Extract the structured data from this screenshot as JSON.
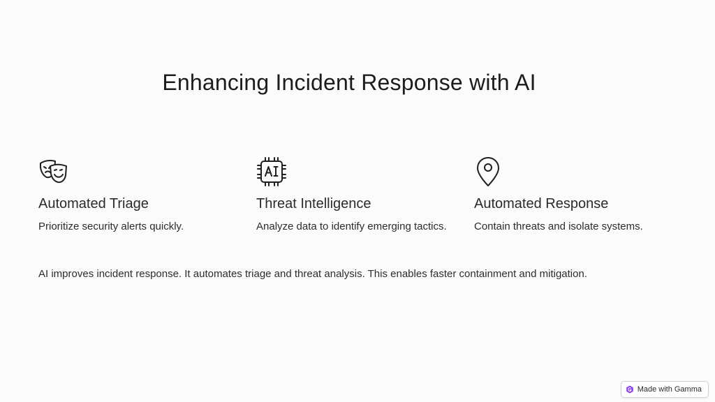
{
  "slide": {
    "title": "Enhancing Incident Response with AI"
  },
  "cards": [
    {
      "icon": "theater-masks-icon",
      "heading": "Automated Triage",
      "text": "Prioritize security alerts quickly."
    },
    {
      "icon": "ai-chip-icon",
      "heading": "Threat Intelligence",
      "text": "Analyze data to identify emerging tactics."
    },
    {
      "icon": "map-pin-icon",
      "heading": "Automated Response",
      "text": "Contain threats and isolate systems."
    }
  ],
  "summary": "AI improves incident response. It automates triage and threat analysis. This enables faster containment and mitigation.",
  "badge": {
    "label": "Made with Gamma",
    "icon": "gamma-logo-icon"
  },
  "colors": {
    "background": "#fcfbfb",
    "text": "#1f1f22",
    "badge_logo": "#8a3cf0"
  }
}
